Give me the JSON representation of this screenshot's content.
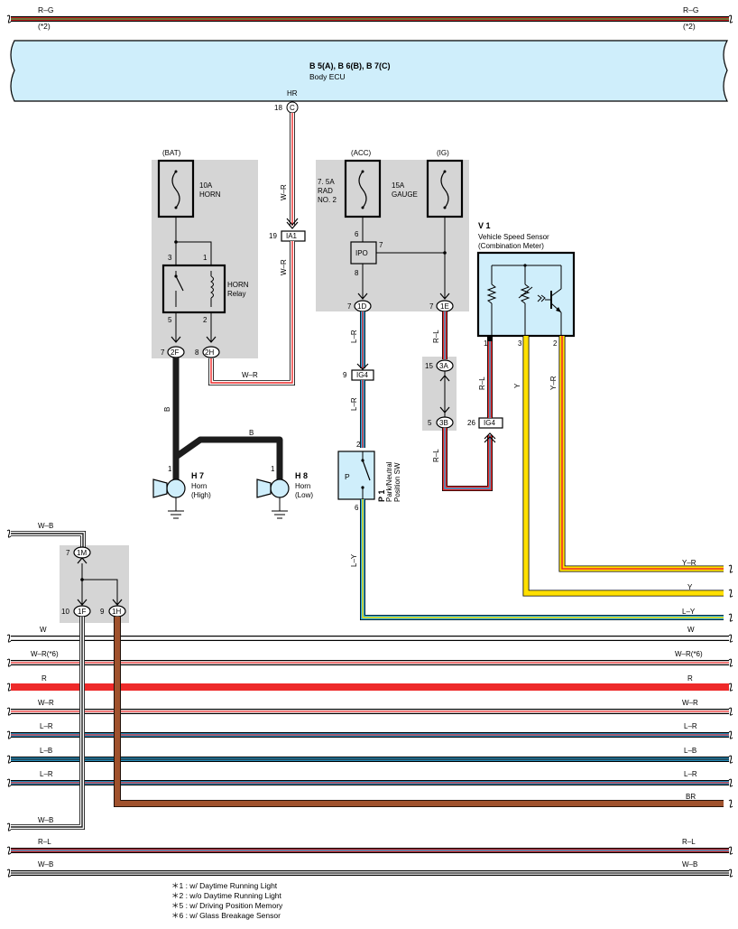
{
  "colors": {
    "R": "#ee2a2a",
    "G": "#1e9c3c",
    "W": "#ffffff",
    "L": "#2aa7df",
    "B": "#1c1c1c",
    "Y": "#ffe000",
    "BR": "#a0522d",
    "ecu_fill": "#cfeefb",
    "gray_box": "#d5d5d5",
    "component_fill": "#cfeefb"
  },
  "top_bus": {
    "left_label": "R–G",
    "right_label": "R–G",
    "left_note": "(*2)",
    "right_note": "(*2)"
  },
  "ecu": {
    "code": "B 5(A), B 6(B), B 7(C)",
    "name": "Body ECU",
    "pin_name": "HR",
    "pin": "18",
    "connector": "C"
  },
  "horn_fuse": {
    "source": "(BAT)",
    "rating": "10A",
    "name": "HORN"
  },
  "horn_relay": {
    "name_line1": "HORN",
    "name_line2": "Relay",
    "pin_3": "3",
    "pin_1": "1",
    "pin_5": "5",
    "pin_2": "2"
  },
  "acc_fuse": {
    "source": "(ACC)",
    "rating": "7. 5A",
    "name_line1": "RAD",
    "name_line2": "NO. 2"
  },
  "ig_fuse": {
    "source": "(IG)",
    "rating": "15A",
    "name": "GAUGE"
  },
  "ipo": {
    "label": "IPO",
    "pin_6": "6",
    "pin_7": "7",
    "pin_8": "8"
  },
  "connectors": {
    "c_2F": {
      "id": "2F",
      "pin": "7"
    },
    "c_2H": {
      "id": "2H",
      "pin": "8"
    },
    "c_IA1": {
      "id": "IA1",
      "pin": "19"
    },
    "c_1D": {
      "id": "1D",
      "pin": "7"
    },
    "c_1E": {
      "id": "1E",
      "pin": "7"
    },
    "c_IG4a": {
      "id": "IG4",
      "pin": "9"
    },
    "c_3A": {
      "id": "3A",
      "pin": "15"
    },
    "c_3B": {
      "id": "3B",
      "pin": "5"
    },
    "c_IG4b": {
      "id": "IG4",
      "pin": "26"
    },
    "c_1M": {
      "id": "1M",
      "pin": "7"
    },
    "c_1F": {
      "id": "1F",
      "pin": "10"
    },
    "c_1H": {
      "id": "1H",
      "pin": "9"
    }
  },
  "sensor": {
    "code": "V 1",
    "name": "Vehicle Speed Sensor",
    "sub": "(Combination Meter)",
    "pin_1": "1",
    "pin_3": "3",
    "pin_2": "2"
  },
  "switch": {
    "code": "P 1",
    "name_line1": "Park/Neutral",
    "name_line2": "Position SW",
    "symbol": "P",
    "pin_top": "2",
    "pin_bottom": "6"
  },
  "horn_high": {
    "code": "H 7",
    "name": "Horn",
    "sub": "(High)",
    "pin": "1"
  },
  "horn_low": {
    "code": "H 8",
    "name": "Horn",
    "sub": "(Low)",
    "pin": "1"
  },
  "wire_labels": {
    "ecu_wire": "W–R",
    "ecu_wire_2": "W–R",
    "relay_wire": "W–R",
    "horn_b1": "B",
    "horn_b2": "B",
    "acc_wire_1": "L–R",
    "acc_wire_2": "L–R",
    "ig_wire_1": "R–L",
    "ig_wire_2": "R–L",
    "ig_wire_3": "R–L",
    "sensor_y": "Y",
    "sensor_yr": "Y–R",
    "switch_ly": "L–Y",
    "left_wb": "W–B",
    "left_wb_2": "W–B"
  },
  "buses": [
    {
      "left": "",
      "right": "Y–R"
    },
    {
      "left": "",
      "right": "Y"
    },
    {
      "left": "",
      "right": "L–Y"
    },
    {
      "left": "W",
      "right": "W"
    },
    {
      "left": "W–R(*6)",
      "right": "W–R(*6)"
    },
    {
      "left": "R",
      "right": "R"
    },
    {
      "left": "W–R",
      "right": "W–R"
    },
    {
      "left": "L–R",
      "right": "L–R"
    },
    {
      "left": "L–B",
      "right": "L–B"
    },
    {
      "left": "L–R",
      "right": "L–R"
    },
    {
      "left": "",
      "right": "BR"
    },
    {
      "left": "R–L",
      "right": "R–L"
    },
    {
      "left": "W–B",
      "right": "W–B"
    }
  ],
  "notes": [
    "＊1 : w/ Daytime Running Light",
    "＊2 : w/o Daytime Running Light",
    "＊5 : w/ Driving Position Memory",
    "＊6 : w/ Glass Breakage Sensor"
  ]
}
